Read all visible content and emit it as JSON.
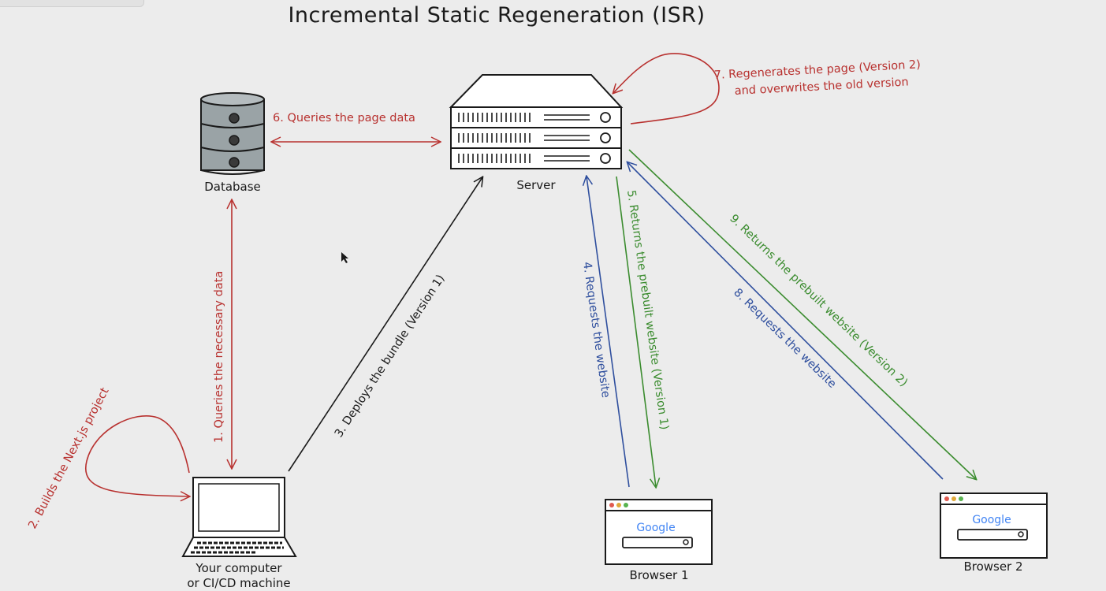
{
  "title": "Incremental Static Regeneration (ISR)",
  "nodes": {
    "database": "Database",
    "server": "Server",
    "computer_line1": "Your computer",
    "computer_line2": "or CI/CD machine",
    "browser1": "Browser 1",
    "browser2": "Browser 2",
    "google": "Google"
  },
  "steps": {
    "s1": "1. Queries the necessary data",
    "s2": "2. Builds the Next.js project",
    "s3": "3. Deploys the bundle (Version 1)",
    "s4": "4. Requests the website",
    "s5": "5. Returns the prebuilt website (Version 1)",
    "s6": "6. Queries the page data",
    "s7_line1": "7. Regenerates the page (Version 2)",
    "s7_line2": "and overwrites the old version",
    "s8": "8. Requests the website",
    "s9": "9. Returns the prebuilt website (Version 2)"
  },
  "colors": {
    "red": "#b8312f",
    "blue": "#2f4f9e",
    "green": "#3b8c2f",
    "ink": "#1a1a1a",
    "database_fill": "#9aa3a6",
    "server_fill": "#ffffff"
  }
}
